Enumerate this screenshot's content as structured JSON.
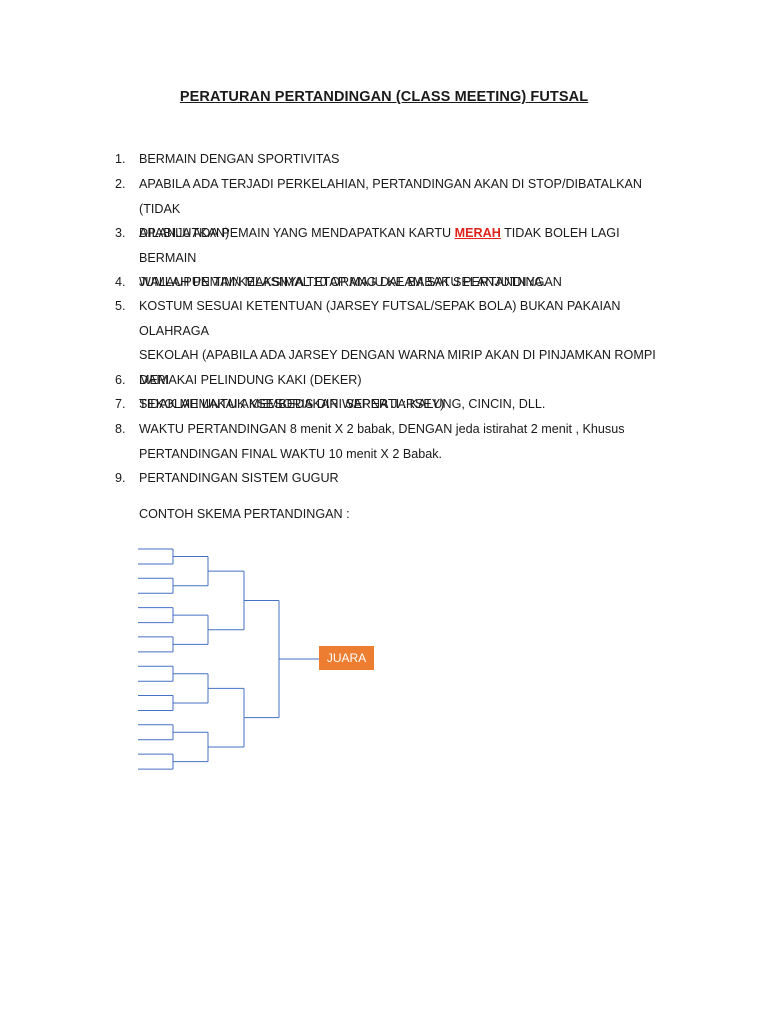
{
  "document": {
    "title": "PERATURAN PERTANDINGAN (CLASS MEETING) FUTSAL",
    "rules": [
      {
        "number": "1.",
        "lines": [
          "BERMAIN DENGAN SPORTIVITAS"
        ]
      },
      {
        "number": "2.",
        "lines": [
          "APABILA ADA TERJADI PERKELAHIAN, PERTANDINGAN AKAN DI STOP/DIBATALKAN (TIDAK",
          "DILANJUTKAN)"
        ]
      },
      {
        "number": "3.",
        "line1_before": "APABILA ADA PEMAIN YANG MENDAPATKAN KARTU ",
        "line1_highlight": "MERAH",
        "line1_after": " TIDAK BOLEH LAGI BERMAIN",
        "line2": "WALAUPUN TIM/KELASNYA TETAP MAJU KE BABAK SELANJUTNYA."
      },
      {
        "number": "4.",
        "lines": [
          "JUMLAH PEMAIN MAKSIMAL 10 ORANG DALAM SATU PERTANDINGAN"
        ]
      },
      {
        "number": "5.",
        "lines": [
          "KOSTUM SESUAI KETENTUAN (JARSEY FUTSAL/SEPAK BOLA) BUKAN PAKAIAN OLAHRAGA",
          "SEKOLAH (APABILA ADA JARSEY DENGAN WARNA MIRIP AKAN DI PINJAMKAN ROMPI DARI",
          "SEKOLAH UNTUK MEMBEDAKAN WARNA JARSEY)"
        ]
      },
      {
        "number": "6.",
        "lines": [
          "MEMAKAI PELINDUNG KAKI (DEKER)"
        ]
      },
      {
        "number": "7.",
        "lines": [
          "TIDAK MEMAKAI AKSESORIS DIRI SEPERTI : KALUNG, CINCIN, DLL."
        ]
      },
      {
        "number": "8.",
        "lines": [
          "WAKTU PERTANDINGAN 8 menit X 2 babak, DENGAN jeda istirahat 2 menit , Khusus",
          "PERTANDINGAN FINAL WAKTU 10 menit X 2 Babak."
        ]
      },
      {
        "number": "9.",
        "lines": [
          "PERTANDINGAN SISTEM GUGUR"
        ]
      }
    ],
    "scheme_label": "CONTOH SKEMA PERTANDINGAN :",
    "champion_label": "JUARA"
  },
  "colors": {
    "highlight": "#e0221b",
    "bracket_line": "#4472c4",
    "champion_box": "#ed7d31"
  }
}
